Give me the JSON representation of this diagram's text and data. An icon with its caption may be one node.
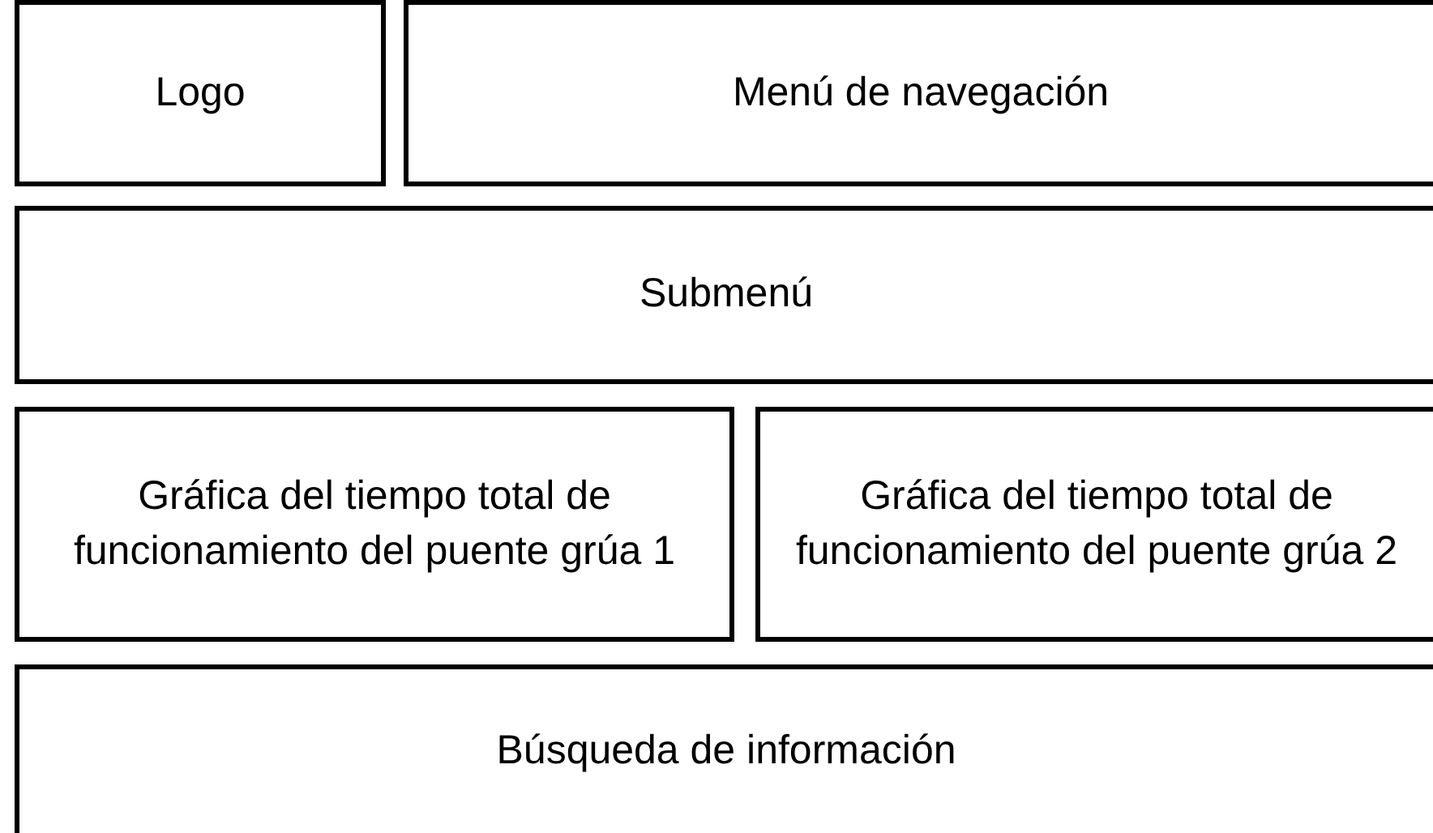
{
  "diagram": {
    "nodes": [
      {
        "text": [
          "Logo"
        ]
      },
      {
        "text": [
          "Menú de navegación"
        ]
      },
      {
        "text": [
          "Submenú"
        ]
      },
      {
        "text": [
          "Gráfica del tiempo total de funcionamiento del puente grúa 1"
        ]
      },
      {
        "text": [
          "Gráfica del tiempo total de funcionamiento del puente grúa 2"
        ]
      },
      {
        "text": [
          "Búsqueda de información"
        ]
      }
    ]
  }
}
